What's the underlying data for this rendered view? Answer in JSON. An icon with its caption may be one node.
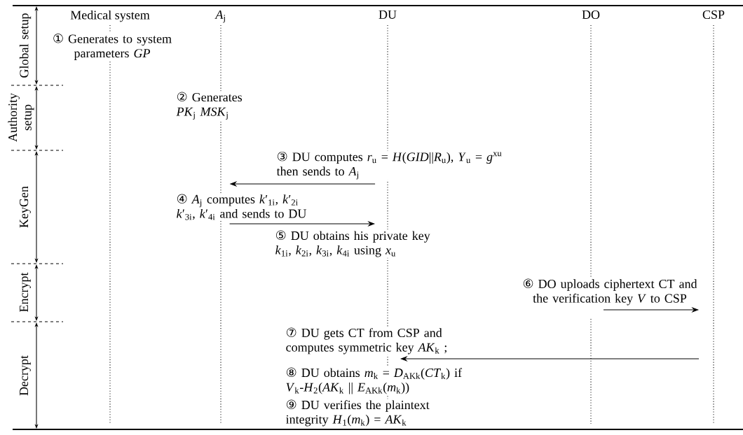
{
  "diagram": {
    "nodes": [
      {
        "text": [
          "Medical system"
        ]
      },
      {
        "text": [
          "*A*$_{j}$"
        ]
      },
      {
        "text": [
          "DU"
        ]
      },
      {
        "text": [
          "DO"
        ]
      },
      {
        "text": [
          "CSP"
        ]
      }
    ],
    "edges": [
      {
        "from": 2,
        "to": 1,
        "arrow": "to",
        "label": "③ DU computes *r*$_{u}$ = *H*(*GID*||*R*$_{u}$), *Y*$_{u}$ = *g*$^{xu}$ then sends to *A*$_{j}$"
      },
      {
        "from": 1,
        "to": 2,
        "arrow": "to",
        "label": "④ *A*$_{j}$ computes *k*′$_{1i}$, *k*′$_{2i}$ *k*′$_{3i}$, *k*′$_{4i}$ and sends to DU"
      },
      {
        "from": 3,
        "to": 4,
        "arrow": "to",
        "label": "⑥ DO uploads ciphertext CT and the verification key *V* to CSP"
      },
      {
        "from": 4,
        "to": 2,
        "arrow": "to",
        "label": "⑦ DU gets CT from CSP and computes symmetric key *AK*$_{k}$ ;"
      }
    ],
    "labels": [
      "Global setup",
      "① Generates to system parameters *GP*",
      "Authority setup",
      "② Generates *PK*$_{j}$ *MSK*$_{j}$",
      "KeyGen",
      "⑤ DU obtains his private key *k*$_{1i}$, *k*$_{2i}$, *k*$_{3i}$, *k*$_{4i}$ using *x*$_{u}$",
      "Encrypt",
      "Decrypt",
      "⑧ DU obtains *m*$_{k}$ = *D*$_{AKk}$(*CT*$_{k}$) if *V*$_{k}$-*H*$_{2}$(*AK*$_{k}$ || *E*$_{AKk}$(*m*$_{k}$))",
      "⑨ DU verifies the plaintext integrity *H*$_{1}$(*m*$_{k}$) = *AK*$_{k}$"
    ]
  }
}
